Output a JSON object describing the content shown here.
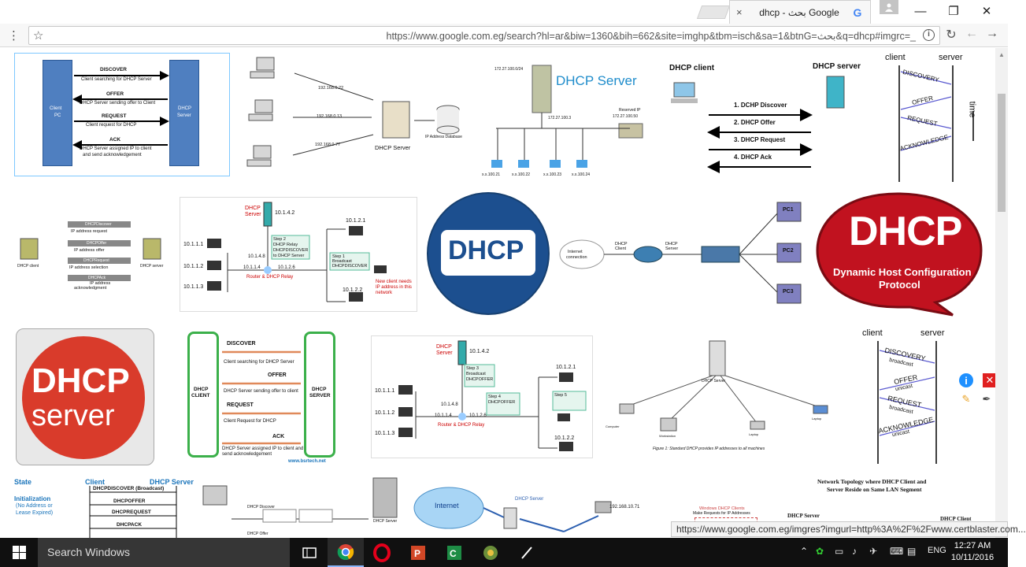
{
  "tab": {
    "title": "dhcp - بحث Google",
    "close": "×",
    "favicon": "G"
  },
  "window": {
    "minimize": "—",
    "maximize": "❐",
    "close": "✕"
  },
  "address_bar": {
    "url": "https://www.google.com.eg/search?hl=ar&biw=1360&bih=662&site=imghp&tbm=isch&sa=1&btnG=بحث&q=dhcp#imgrc=_",
    "info": "i"
  },
  "nav": {
    "reload": "↻",
    "forward": "←",
    "back": "→",
    "menu": "⋮",
    "star": "☆"
  },
  "status_url": "https://www.google.com.eg/imgres?imgurl=http%3A%2F%2Fwww.certblaster.com...",
  "results": {
    "r1": {
      "discover": "DISCOVER",
      "discover_sub": "Client searching for DHCP Server",
      "offer": "OFFER",
      "offer_sub": "DHCP Server sending offer to Client",
      "request": "REQUEST",
      "request_sub": "Client request for DHCP",
      "ack": "ACK",
      "ack_sub": "DHCP Server assigned IP to client",
      "ack_sub2": "and send acknowledgement",
      "client": "Client",
      "client2": "PC",
      "server": "DHCP",
      "server2": "Server"
    },
    "r2": {
      "ip1": "192.168.0.22",
      "ip2": "192.168.0.13",
      "ip3": "192.168.0.77",
      "server": "DHCP Server",
      "db": "IP Address Database"
    },
    "r3": {
      "title": "DHCP Server",
      "subnet": "172.27.100.0/24",
      "ip_server": "172.27.100.3",
      "reserved": "Reserved IP",
      "reserved_ip": "172.27.100.50",
      "h1": "x.x.100.21",
      "h2": "x.x.100.22",
      "h3": "x.x.100.23",
      "h4": "x.x.100.24"
    },
    "r4": {
      "client": "DHCP client",
      "server": "DHCP server",
      "s1": "1. DCHP Discover",
      "s2": "2. DHCP Offer",
      "s3": "3. DHCP Request",
      "s4": "4. DHCP Ack"
    },
    "r5": {
      "client": "client",
      "server": "server",
      "time": "time",
      "m1": "DISCOVERY",
      "m2": "OFFER",
      "m3": "REQUEST",
      "m4": "ACKNOWLEDGE"
    },
    "r6": {
      "c": "DHCP client",
      "s": "DHCP server",
      "a": "DHCPDiscover",
      "a2": "IP address request",
      "b": "DHCPOffer",
      "b2": "IP address offer",
      "c1": "DHCPRequest",
      "c2": "IP address selection",
      "d": "DHCPAck",
      "d2": "IP address",
      "d3": "acknowledgment"
    },
    "r7": {
      "server": "DHCP",
      "server2": "Server",
      "ip_top": "10.1.4.2",
      "a1": "10.1.1.1",
      "a2": "10.1.1.2",
      "a3": "10.1.1.3",
      "r1": "10.1.4.8",
      "r2": "10.1.1.4",
      "r3": "10.1.2.6",
      "b1": "10.1.2.1",
      "b2": "10.1.2.2",
      "relay": "Router & DHCP Relay",
      "step2": "Step 2",
      "step2b": "DHCP Relay",
      "step2c": "DHCPDISCOVER",
      "step2d": "to DHCP Server",
      "step1": "Step 1",
      "step1b": "Broadcast",
      "step1c": "DHCPDISCOVER",
      "newclient": "New client needs",
      "newclient2": "IP address in this",
      "newclient3": "network"
    },
    "r8": {
      "logo": "DHCP"
    },
    "r9": {
      "internet": "Internet",
      "internet2": "connection",
      "dc": "DHCP",
      "dc2": "Client",
      "ds": "DHCP",
      "ds2": "Server",
      "pc1": "PC1",
      "pc2": "PC2",
      "pc3": "PC3"
    },
    "r10": {
      "logo": "DHCP",
      "sub1": "Dynamic Host Configuration",
      "sub2": "Protocol"
    },
    "r11": {
      "line1": "DHCP",
      "line2": "server"
    },
    "r12": {
      "client": "DHCP",
      "client2": "CLIENT",
      "server": "DHCP",
      "server2": "SERVER",
      "discover": "DISCOVER",
      "d_sub": "Client searching for DHCP Server",
      "offer": "OFFER",
      "o_sub": "DHCP Server sending offer to client",
      "request": "REQUEST",
      "r_sub": "Client Request for DHCP",
      "ack": "ACK",
      "a_sub": "DHCP Server assigned IP to client and",
      "a_sub2": "send acknowledgement",
      "site": "www.bsrtech.net"
    },
    "r13": {
      "server": "DHCP",
      "server2": "Server",
      "ip_top": "10.1.4.2",
      "a1": "10.1.1.1",
      "a2": "10.1.1.2",
      "a3": "10.1.1.3",
      "r1": "10.1.4.8",
      "r2": "10.1.1.4",
      "r3": "10.1.2.6",
      "b1": "10.1.2.1",
      "b2": "10.1.2.2",
      "relay": "Router & DHCP Relay",
      "step3": "Step 3",
      "step3b": "Broadcast",
      "step3c": "DHCPOFFER",
      "step4": "Step 4",
      "step4b": "DHCPOFFER",
      "step5": "Step 5"
    },
    "r14": {
      "server": "DHCP Server",
      "caption": "Figure 1:  Standard DHCP provides IP addresses to all machines",
      "c1": "Computer",
      "c2": "Workstation",
      "c3": "Laptop",
      "c4": "Laptop"
    },
    "r15": {
      "client": "client",
      "server": "server",
      "m1": "DISCOVERY",
      "m1b": "broadcast",
      "m2": "OFFER",
      "m2b": "unicast",
      "m3": "REQUEST",
      "m3b": "broadcast",
      "m4": "ACKNOWLEDGE",
      "m4b": "unicast"
    },
    "r16": {
      "state": "State",
      "client": "Client",
      "server": "DHCP Server",
      "init": "Initialization",
      "init2": "(No Address or",
      "init3": "Lease Expired)",
      "m1": "DHCPDISCOVER (Broadcast)",
      "m2": "DHCPOFFER",
      "m3": "DHCPREQUEST",
      "m4": "DHCPACK"
    },
    "r17": {
      "t1": "DHCP Discover",
      "t2": "DHCP Offer",
      "server": "DHCP Server"
    },
    "r18": {
      "internet": "Internet",
      "server": "DHCP Server",
      "ip": "192.168.10.71"
    },
    "r19": {
      "title": "Windows DHCP Clients",
      "sub": "Make Requests for IP Addresses"
    },
    "r20": {
      "title": "Network Topology where DHCP Client and",
      "title2": "Server Reside on Same LAN Segment",
      "server": "DHCP Server",
      "client": "DHCP Client"
    }
  },
  "taskbar": {
    "search_placeholder": "Search Windows",
    "lang": "ENG",
    "time": "12:27 AM",
    "date": "10/11/2016"
  }
}
